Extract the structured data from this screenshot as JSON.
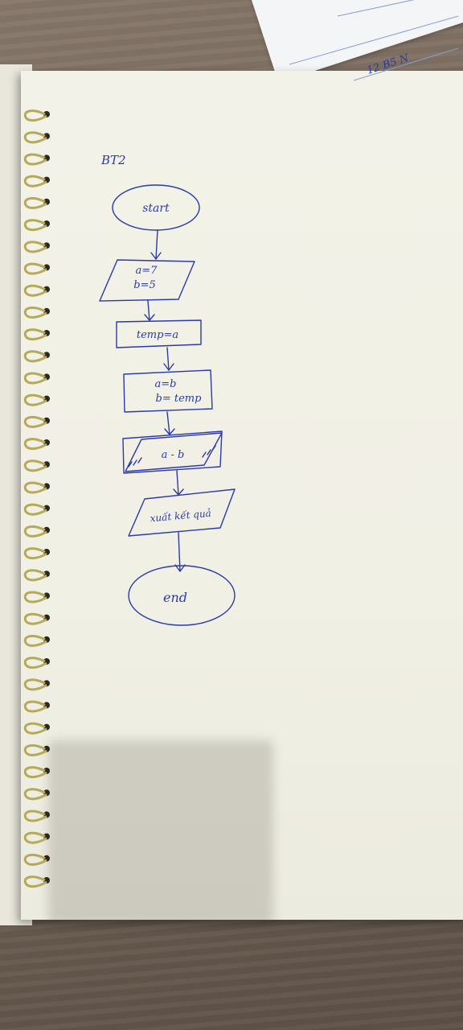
{
  "photo": {
    "subject": "Handwritten flowchart in a spiral notebook",
    "ink_color": "#2b3aa6"
  },
  "heading": {
    "label": "BT2"
  },
  "flowchart": {
    "start": "start",
    "input_line1": "a=7",
    "input_line2": "b=5",
    "process1": "temp=a",
    "process2_line1": "a=b",
    "process2_line2": "b= temp",
    "output1": "a - b",
    "output2": "xuất kết quả",
    "end": "end"
  },
  "background_paper": {
    "scribble": "12 B5 N"
  }
}
